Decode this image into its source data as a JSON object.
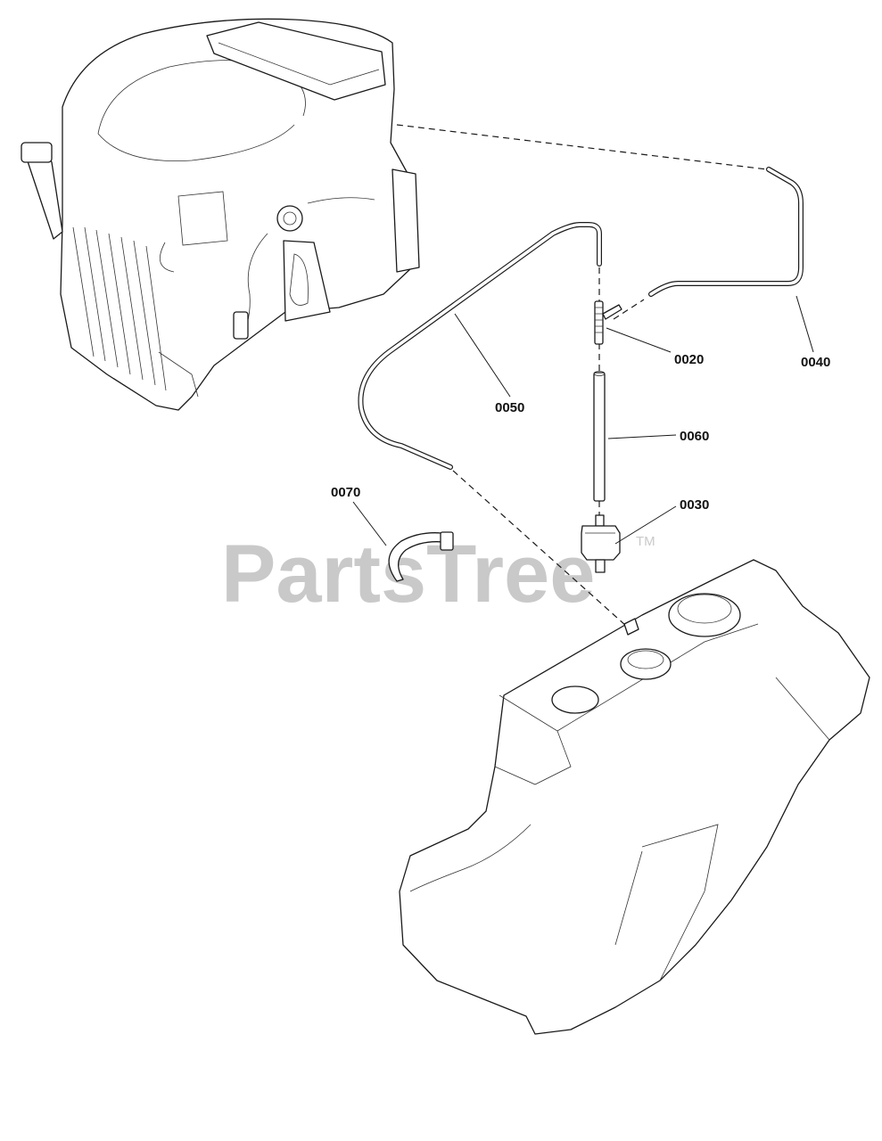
{
  "watermark": {
    "text": "PartsTree",
    "trademark": "TM"
  },
  "callouts": {
    "c0020": "0020",
    "c0030": "0030",
    "c0040": "0040",
    "c0050": "0050",
    "c0060": "0060",
    "c0070": "0070"
  },
  "colors": {
    "line": "#1a1a1a",
    "watermark": "#c9c9c9",
    "background": "#ffffff"
  }
}
